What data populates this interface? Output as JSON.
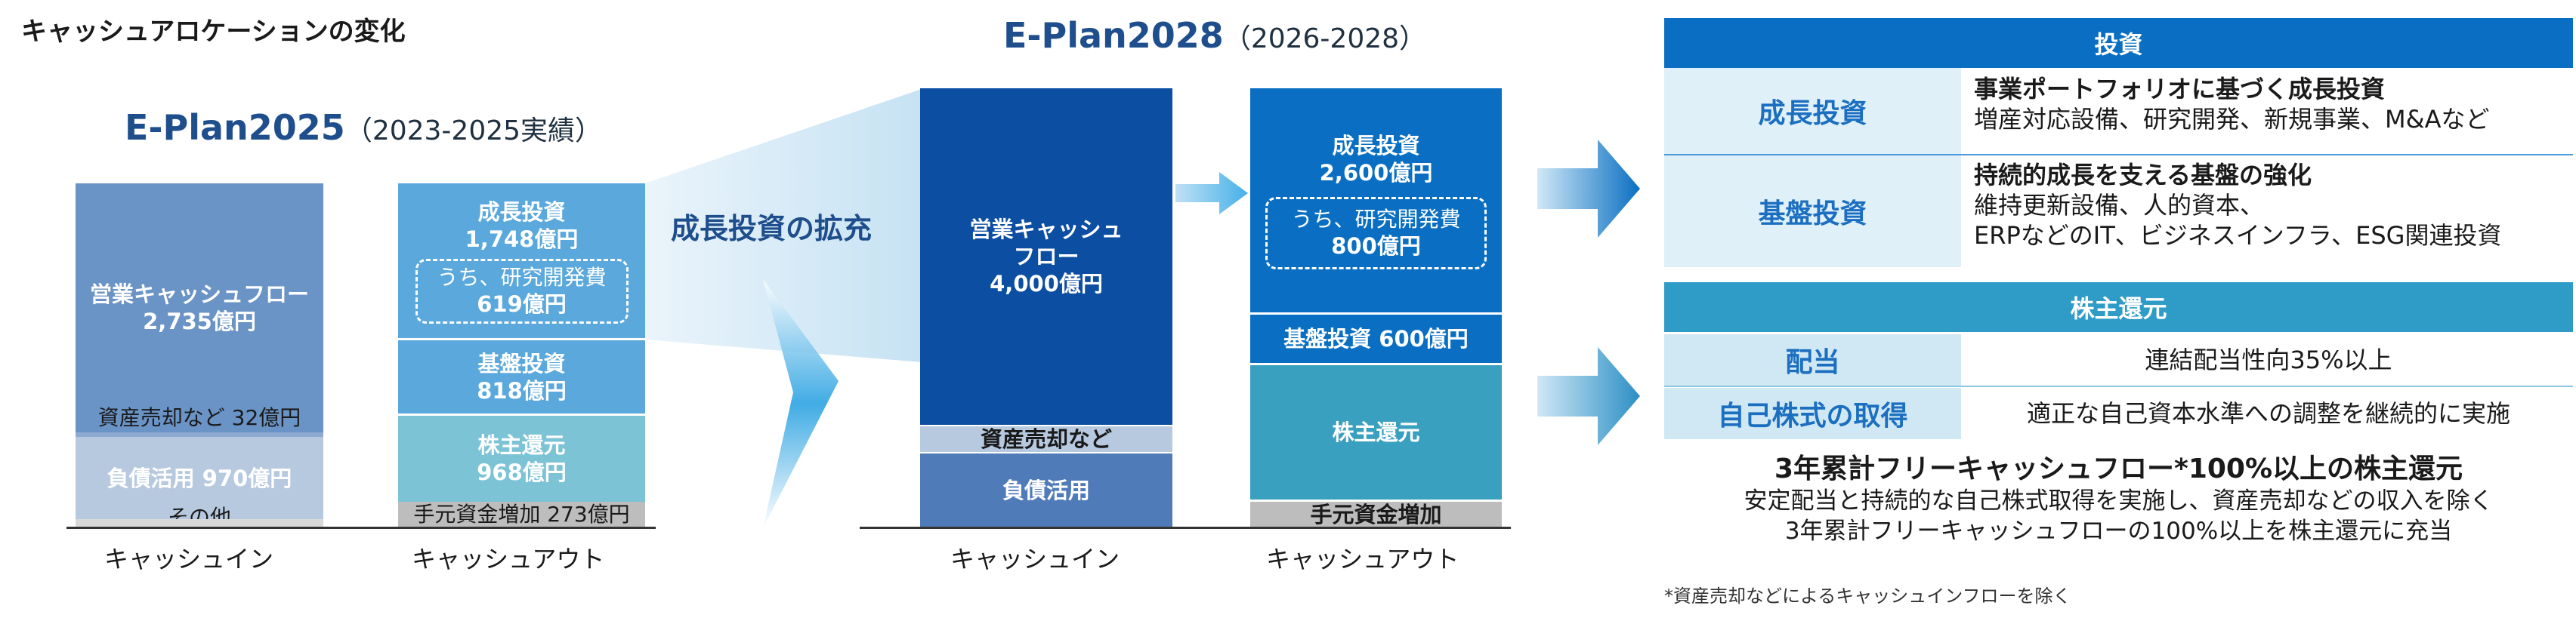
{
  "title": "キャッシュアロケーションの変化",
  "plan2025": {
    "name": "E-Plan2025",
    "period": "（2023-2025実績）",
    "cash_in": {
      "operating_cf": "営業キャッシュフロー",
      "operating_cf_value": "2,735億円",
      "asset_sales": "資産売却など 32億円",
      "debt": "負債活用 970億円",
      "other": "その他"
    },
    "cash_out": {
      "growth": "成長投資",
      "growth_value": "1,748億円",
      "rd": "うち、研究開発費",
      "rd_value": "619億円",
      "base": "基盤投資",
      "base_value": "818億円",
      "return": "株主還元",
      "return_value": "968億円",
      "cash_increase": "手元資金増加 273億円"
    },
    "label_in": "キャッシュイン",
    "label_out": "キャッシュアウト"
  },
  "transition_label": "成長投資の拡充",
  "plan2028": {
    "name": "E-Plan2028",
    "period": "（2026-2028）",
    "cash_in": {
      "operating_cf_l1": "営業キャッシュ",
      "operating_cf_l2": "フロー",
      "operating_cf_value": "4,000億円",
      "asset_sales": "資産売却など",
      "debt": "負債活用"
    },
    "cash_out": {
      "growth": "成長投資",
      "growth_value": "2,600億円",
      "rd": "うち、研究開発費",
      "rd_value": "800億円",
      "base": "基盤投資 600億円",
      "return": "株主還元",
      "cash_increase": "手元資金増加"
    },
    "label_in": "キャッシュイン",
    "label_out": "キャッシュアウト"
  },
  "investment": {
    "header": "投資",
    "rows": [
      {
        "label": "成長投資",
        "heading": "事業ポートフォリオに基づく成長投資",
        "lines": [
          "増産対応設備、研究開発、新規事業、M&Aなど"
        ]
      },
      {
        "label": "基盤投資",
        "heading": "持続的成長を支える基盤の強化",
        "lines": [
          "維持更新設備、人的資本、",
          "ERPなどのIT、ビジネスインフラ、ESG関連投資"
        ]
      }
    ]
  },
  "shareholder": {
    "header": "株主還元",
    "rows": [
      {
        "label": "配当",
        "text": "連結配当性向35%以上"
      },
      {
        "label": "自己株式の取得",
        "text": "適正な自己資本水準への調整を継続的に実施"
      }
    ],
    "policy_title": "3年累計フリーキャッシュフロー*100%以上の株主還元",
    "policy_lines": [
      "安定配当と持続的な自己株式取得を実施し、資産売却などの収入を除く",
      "3年累計フリーキャッシュフローの100%以上を株主還元に充当"
    ]
  },
  "footnote": "*資産売却などによるキャッシュインフローを除く",
  "colors": {
    "navy": "#0b4ea2",
    "blue": "#0a6fc2",
    "steel": "#6a93c6",
    "light_steel": "#b7c9df",
    "growth": "#5aa8dc",
    "return": "#7cc3d6",
    "teal": "#3aa0c0",
    "gray": "#bdbdbd"
  }
}
